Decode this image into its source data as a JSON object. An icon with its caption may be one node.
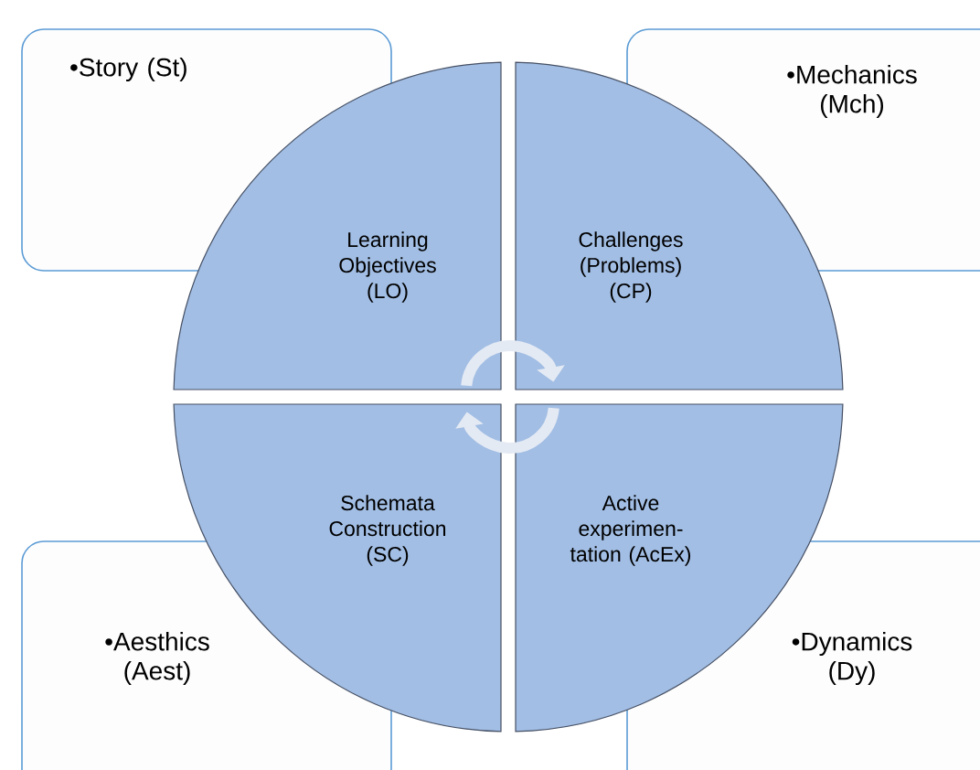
{
  "diagram": {
    "nodes": [
      {
        "text": [
          "•Story (St)"
        ]
      },
      {
        "text": [
          "•Mechanics (Mch)"
        ]
      },
      {
        "text": [
          "•Aesthics (Aest)"
        ]
      },
      {
        "text": [
          "•Dynamics (Dy)"
        ]
      },
      {
        "text": [
          "Learning Objectives (LO)"
        ]
      },
      {
        "text": [
          "Challenges (Problems) (CP)"
        ]
      },
      {
        "text": [
          "Schemata Construction (SC)"
        ]
      },
      {
        "text": [
          "Active experimen-tation (AcEx)"
        ]
      }
    ],
    "edges": [
      {
        "from": 4,
        "to": 5,
        "arrow": "to"
      },
      {
        "from": 7,
        "to": 6,
        "arrow": "to"
      }
    ]
  }
}
